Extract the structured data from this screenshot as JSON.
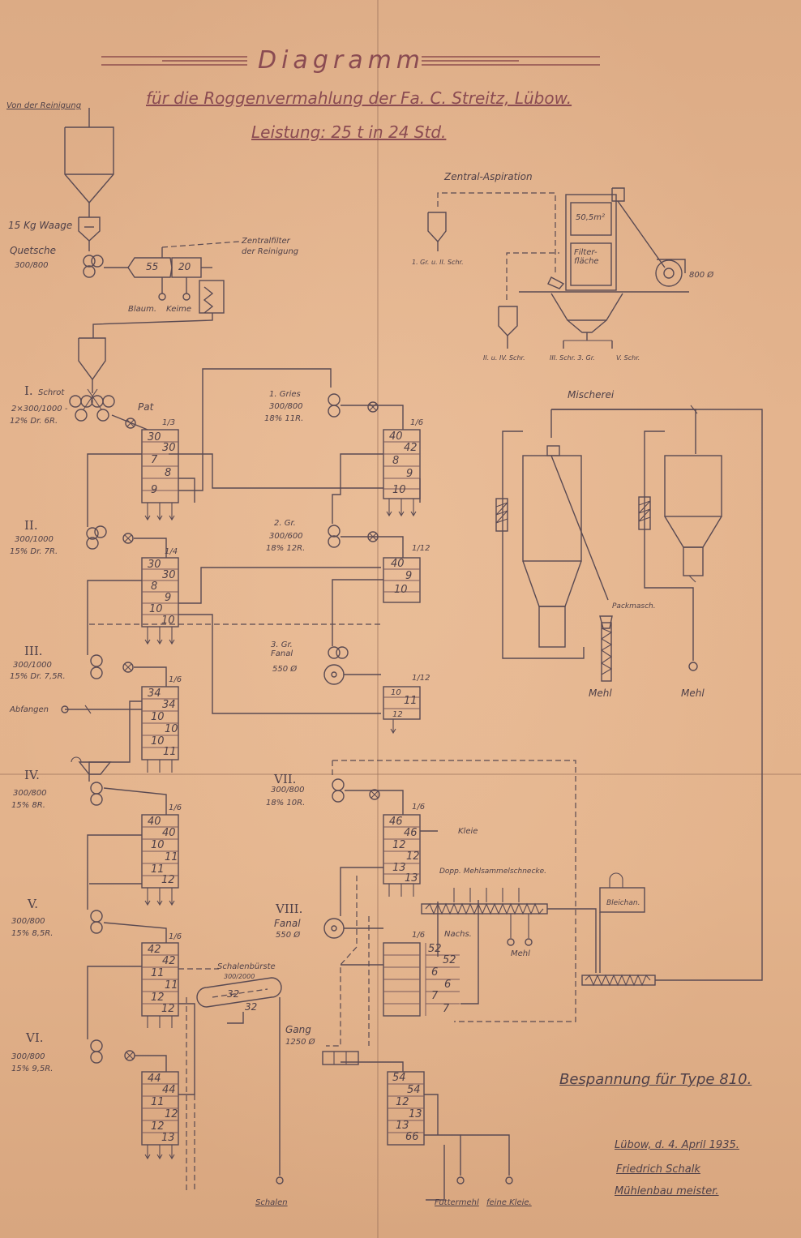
{
  "title": "Diagramm",
  "subtitle": "für die Roggenvermahlung der Fa. C. Streitz, Lübow.",
  "capacity": "Leistung: 25 t in 24 Std.",
  "labels": {
    "von_der_reinigung": "Von der Reinigung",
    "waage": "15 Kg Waage",
    "quetsche": "Quetsche",
    "quetsche_size": "300/800",
    "zentralfilter": "Zentralfilter",
    "der_reinigung": "der Reinigung",
    "box1": "55",
    "box2": "20",
    "blaum": "Blaum.",
    "keime": "Keime",
    "pat": "Pat",
    "zentral_aspiration": "Zentral-Aspiration",
    "filter_area": "50,5m²",
    "filterflaeche": "Filter- fläche",
    "fan_size": "800 Ø",
    "asp_left": "1. Gr. u. II. Schr.",
    "asp_out1": "II. u. IV. Schr.",
    "asp_out2": "III. Schr. 3. Gr.",
    "asp_out3": "V. Schr.",
    "mischerei": "Mischerei",
    "packmasch": "Packmasch.",
    "mehl_left": "Mehl",
    "mehl_right": "Mehl",
    "abfangen": "Abfangen",
    "kleie": "Kleie",
    "doppel_mehl": "Dopp. Mehlsammelschnecke.",
    "bleichan": "Bleichan.",
    "nachs": "Nachs.",
    "mehl_small": "Mehl",
    "schalenbuerste": "Schalenbürste",
    "schalenbuerste_size": "300/2000",
    "gang": "Gang",
    "gang_size": "1250 Ø",
    "schalen": "Schalen",
    "futtermehl": "Futtermehl",
    "feine_kleie": "feine Kleie.",
    "bespannung": "Bespannung für Type 810.",
    "place_date": "Lübow, d. 4. April 1935.",
    "signer": "Friedrich Schalk",
    "signer_title": "Mühlenbau meister."
  },
  "passages": [
    {
      "roman": "I.",
      "name": "Schrot",
      "spec": "2×300/1000 -",
      "spec2": "12% Dr. 6R."
    },
    {
      "roman": "II.",
      "name": "",
      "spec": "300/1000",
      "spec2": "15% Dr. 7R."
    },
    {
      "roman": "III.",
      "name": "",
      "spec": "300/1000",
      "spec2": "15% Dr. 7,5R."
    },
    {
      "roman": "IV.",
      "name": "",
      "spec": "300/800",
      "spec2": "15% 8R."
    },
    {
      "roman": "V.",
      "name": "",
      "spec": "300/800",
      "spec2": "15% 8,5R."
    },
    {
      "roman": "VI.",
      "name": "",
      "spec": "300/800",
      "spec2": "15% 9,5R."
    }
  ],
  "right_passages": [
    {
      "name": "1. Gries",
      "spec": "300/800",
      "spec2": "18% 11R."
    },
    {
      "name": "2. Gr.",
      "spec": "300/600",
      "spec2": "18% 12R."
    },
    {
      "name": "3. Gr. Fanal",
      "spec": "550 Ø",
      "spec2": ""
    },
    {
      "roman": "VII.",
      "spec": "300/800",
      "spec2": "18% 10R."
    },
    {
      "roman": "VIII.",
      "name": "Fanal",
      "spec": "550 Ø",
      "spec2": ""
    }
  ],
  "sifters": [
    {
      "id": "s1",
      "frac": "1/3",
      "nums": [
        "30",
        "30",
        "7",
        "8",
        "9"
      ]
    },
    {
      "id": "s2",
      "frac": "1/4",
      "nums": [
        "30",
        "30",
        "8",
        "9",
        "10",
        "10"
      ]
    },
    {
      "id": "s3",
      "frac": "1/6",
      "nums": [
        "34",
        "34",
        "10",
        "10",
        "10",
        "11"
      ]
    },
    {
      "id": "s4",
      "frac": "1/6",
      "nums": [
        "40",
        "40",
        "10",
        "11",
        "11",
        "12"
      ]
    },
    {
      "id": "s5",
      "frac": "1/6",
      "nums": [
        "42",
        "42",
        "11",
        "11",
        "12",
        "12"
      ]
    },
    {
      "id": "s6",
      "frac": "",
      "nums": [
        "44",
        "44",
        "11",
        "12",
        "12",
        "13"
      ]
    },
    {
      "id": "r1",
      "frac": "1/6",
      "nums": [
        "40",
        "42",
        "8",
        "9",
        "10"
      ]
    },
    {
      "id": "r2",
      "frac": "1/12",
      "nums": [
        "40",
        "9",
        "10"
      ]
    },
    {
      "id": "r3",
      "frac": "1/12",
      "nums": [
        "10",
        "11",
        "12"
      ]
    },
    {
      "id": "r4",
      "frac": "1/6",
      "nums": [
        "46",
        "46",
        "12",
        "12",
        "13",
        "13"
      ]
    },
    {
      "id": "r5",
      "frac": "1/6",
      "nums": [
        "52",
        "52",
        "6",
        "6",
        "7",
        "7"
      ]
    },
    {
      "id": "r6",
      "frac": "",
      "nums": [
        "54",
        "54",
        "12",
        "13",
        "13",
        "66"
      ]
    }
  ],
  "schalen_nums": [
    "32",
    "32"
  ]
}
